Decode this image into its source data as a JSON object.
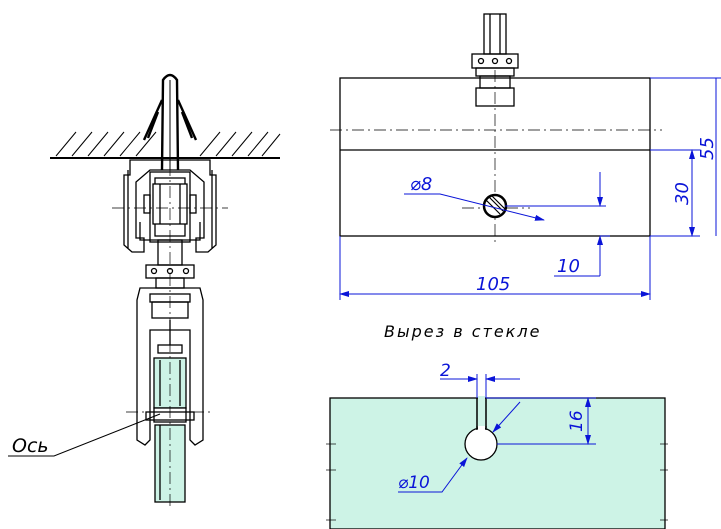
{
  "labels": {
    "axis_label": "Ось",
    "glass_cutout_caption": "Вырез в стекле"
  },
  "dimensions": {
    "hole_diameter_top": "⌀8",
    "hole_offset": "10",
    "width": "105",
    "height_30": "30",
    "height_55": "55",
    "slot_width": "2",
    "slot_depth": "16",
    "hole_diameter_bottom": "⌀10"
  },
  "colors": {
    "dimension": "#0a14d8",
    "glass_fill": "#cdf3e6",
    "outline": "#000000"
  }
}
